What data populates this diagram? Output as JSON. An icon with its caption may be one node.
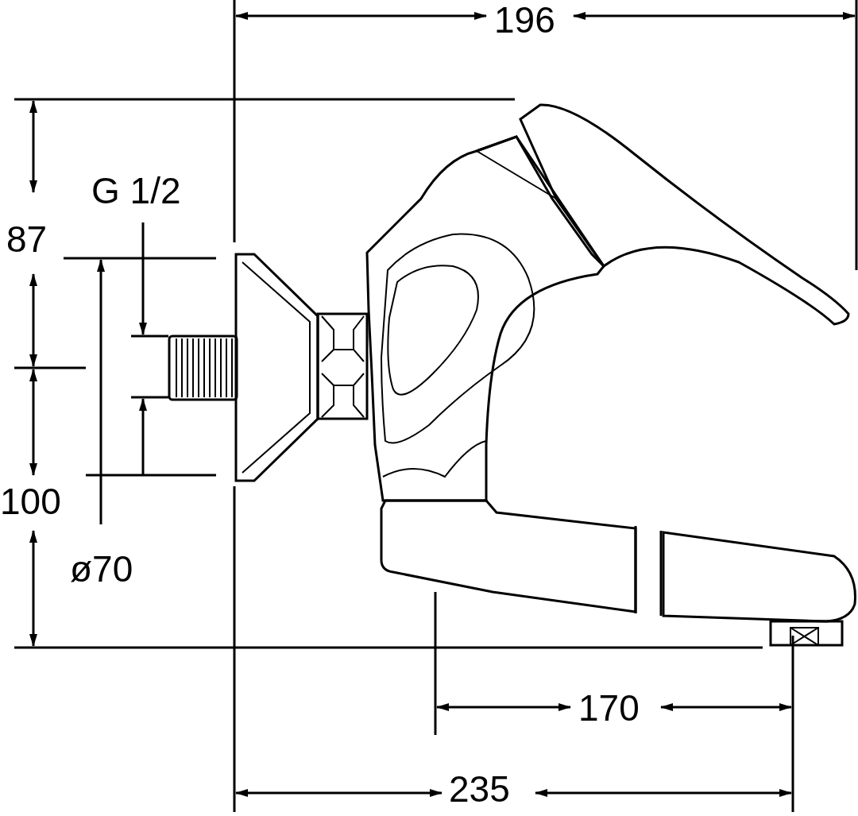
{
  "diagram": {
    "labels": [
      "196",
      "G 1/2",
      "87",
      "100",
      "ø70",
      "170",
      "235"
    ]
  }
}
